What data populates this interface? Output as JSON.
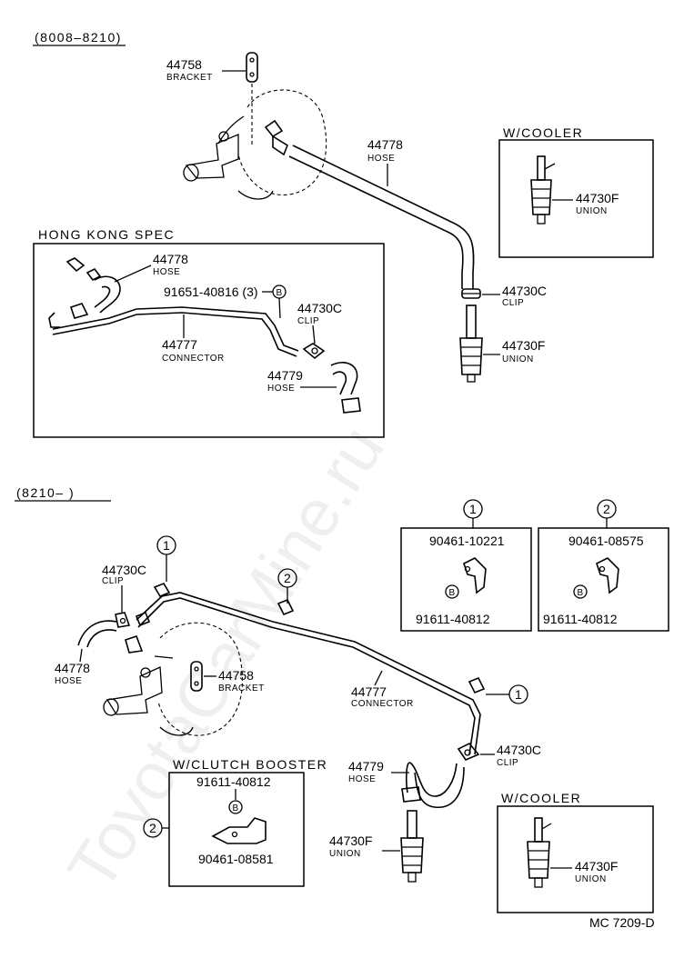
{
  "top_section": {
    "range": "(8008–8210)",
    "bracket": {
      "part": "44758",
      "name": "BRACKET"
    },
    "hose_main": {
      "part": "44778",
      "name": "HOSE"
    },
    "clip": {
      "part": "44730C",
      "name": "CLIP"
    },
    "union": {
      "part": "44730F",
      "name": "UNION"
    },
    "w_cooler": {
      "title": "W/COOLER",
      "part": "44730F",
      "name": "UNION"
    },
    "hong_kong": {
      "title": "HONG  KONG  SPEC",
      "hose": {
        "part": "44778",
        "name": "HOSE"
      },
      "bolt": {
        "part": "91651-40816 (3)",
        "symbol": "B"
      },
      "clip": {
        "part": "44730C",
        "name": "CLIP"
      },
      "connector": {
        "part": "44777",
        "name": "CONNECTOR"
      },
      "hose2": {
        "part": "44779",
        "name": "HOSE"
      }
    }
  },
  "bottom_section": {
    "range": "(8210–        )",
    "callout_1": "1",
    "callout_2": "2",
    "clip_left": {
      "part": "44730C",
      "name": "CLIP"
    },
    "hose_left": {
      "part": "44778",
      "name": "HOSE"
    },
    "bracket": {
      "part": "44758",
      "name": "BRACKET"
    },
    "connector": {
      "part": "44777",
      "name": "CONNECTOR"
    },
    "clip_right": {
      "part": "44730C",
      "name": "CLIP"
    },
    "hose_right": {
      "part": "44779",
      "name": "HOSE"
    },
    "union": {
      "part": "44730F",
      "name": "UNION"
    },
    "detail_1": {
      "callout": "1",
      "clamp": "90461-10221",
      "bolt": "91611-40812",
      "symbol": "B"
    },
    "detail_2": {
      "callout": "2",
      "clamp": "90461-08575",
      "bolt": "91611-40812",
      "symbol": "B"
    },
    "w_clutch_booster": {
      "title": "W/CLUTCH  BOOSTER",
      "callout": "2",
      "bolt": "91611-40812",
      "symbol": "B",
      "clamp": "90461-08581"
    },
    "w_cooler": {
      "title": "W/COOLER",
      "part": "44730F",
      "name": "UNION"
    }
  },
  "footer_code": "MC  7209-D",
  "watermark": "ToyotaCarMine.ru"
}
